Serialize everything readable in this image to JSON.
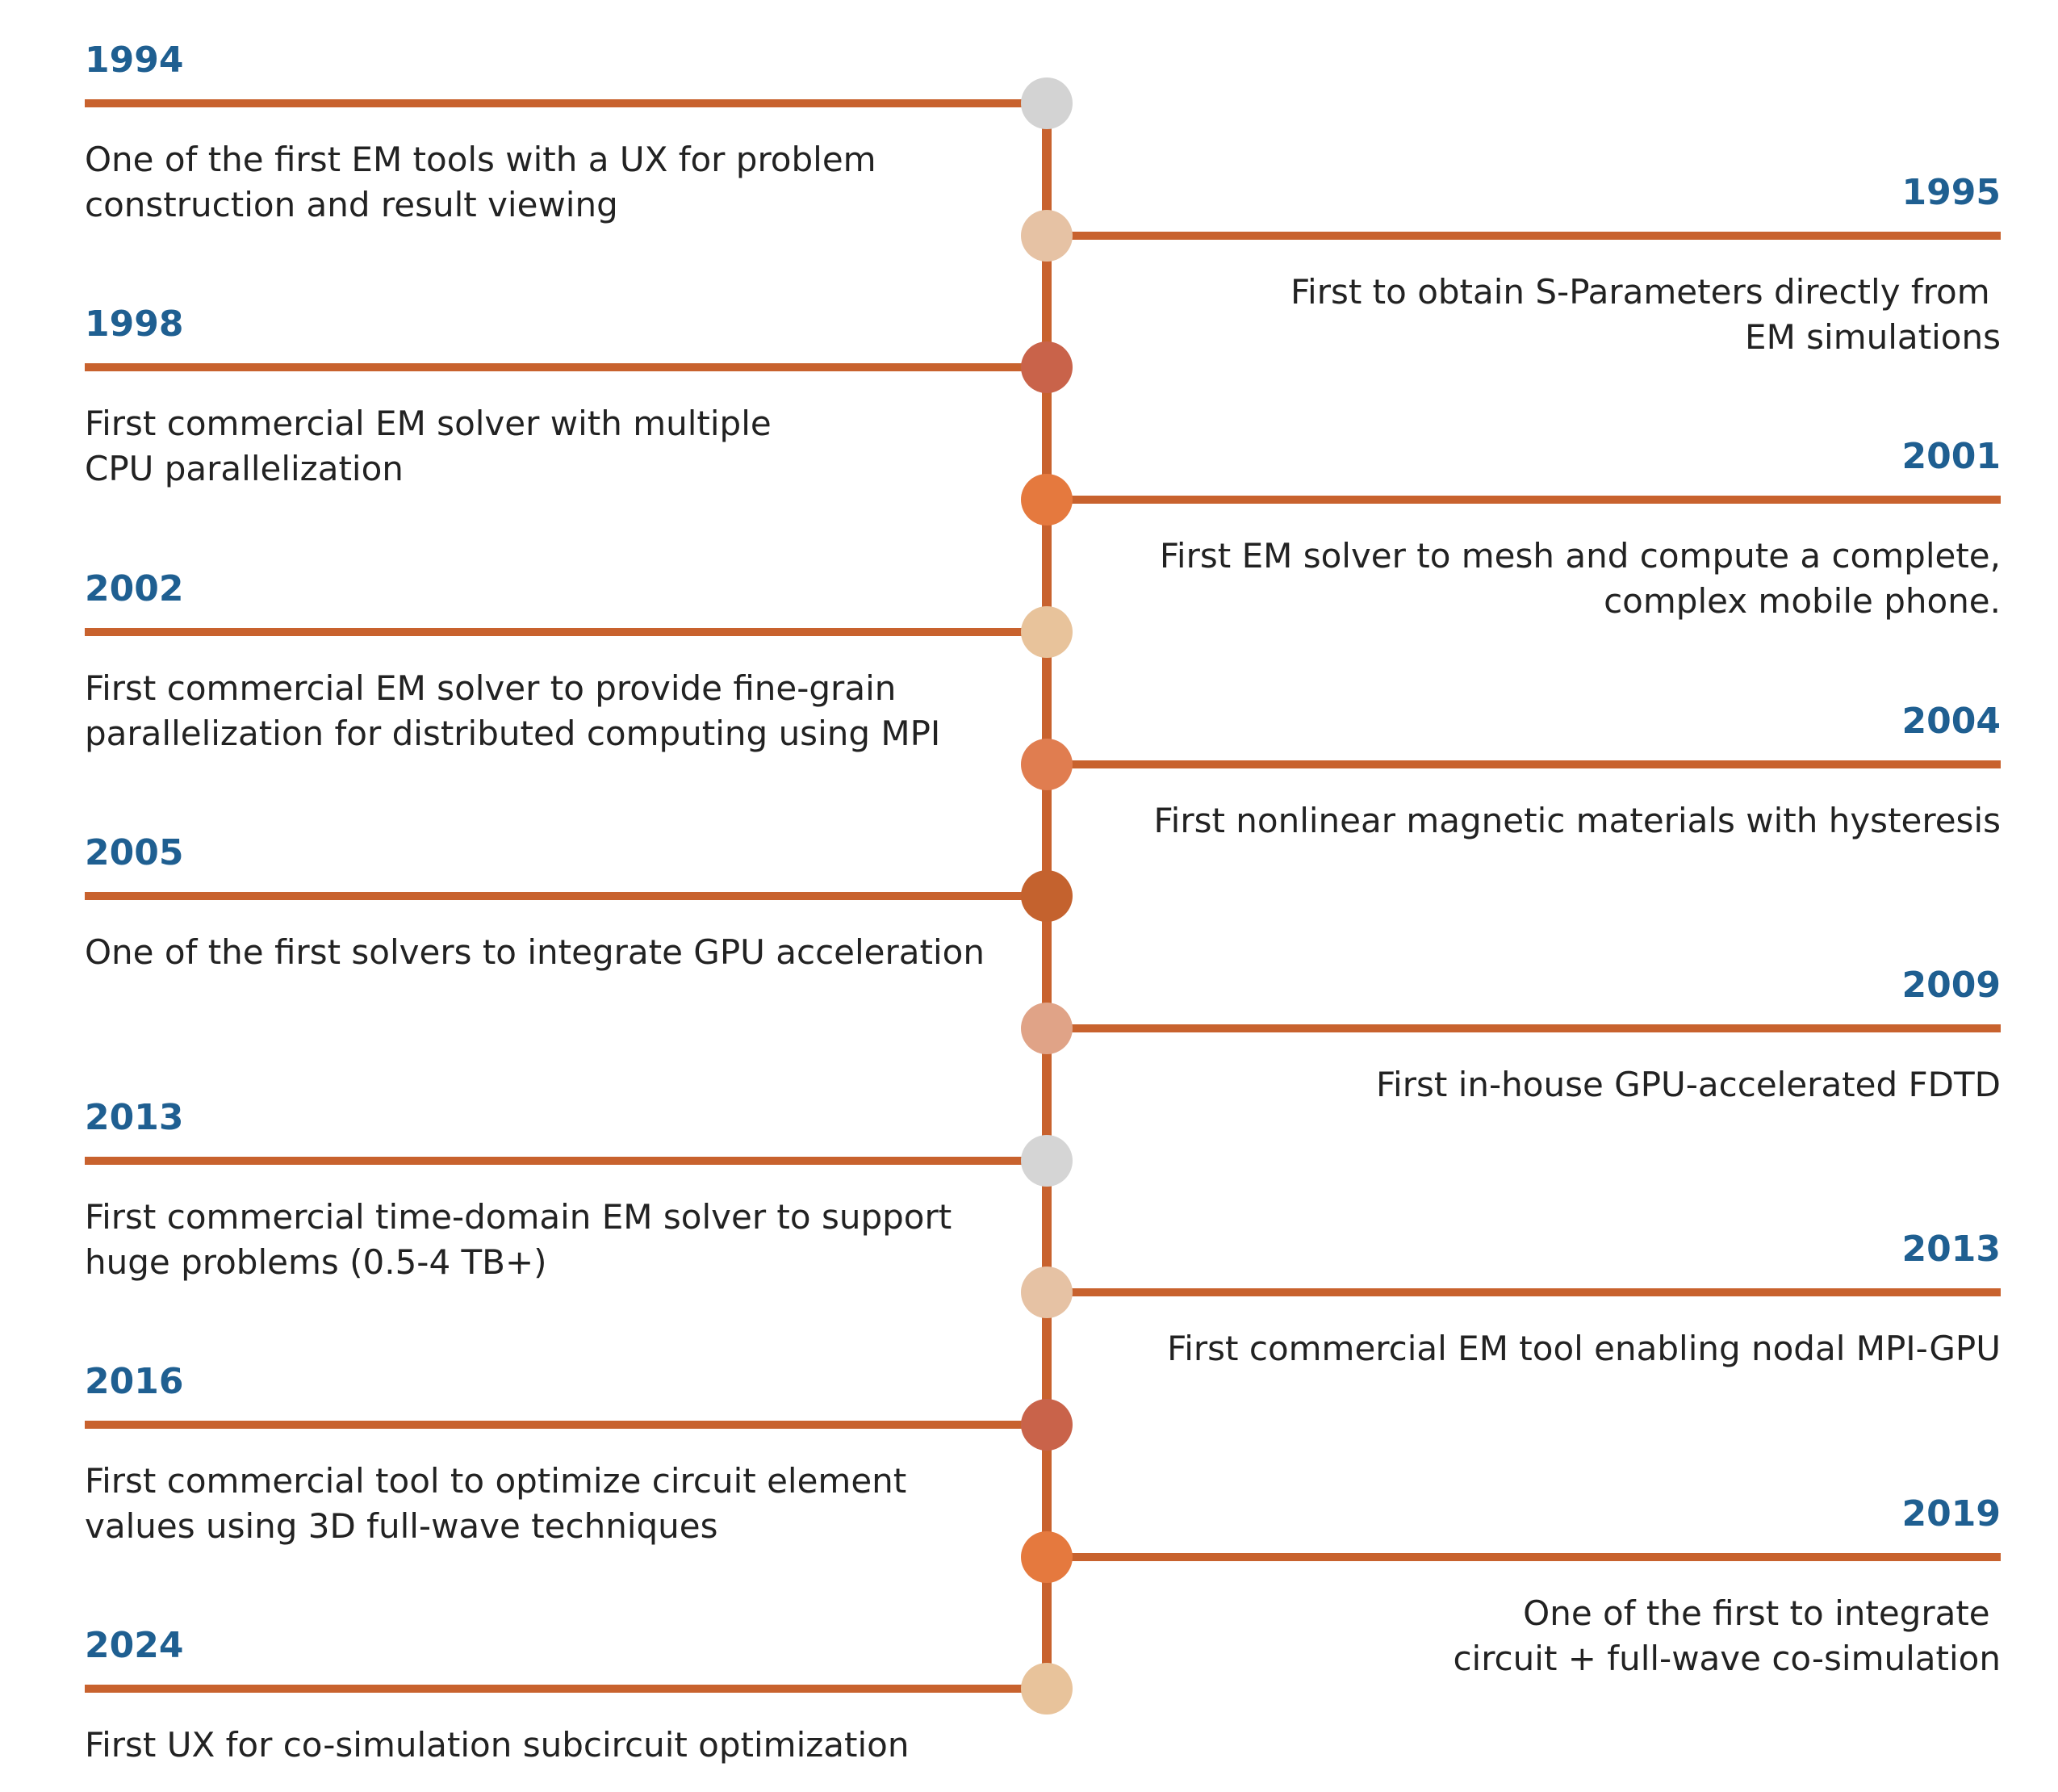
{
  "colors": {
    "year_text": "#1f5f91",
    "line": "#c8622e",
    "body_text": "#222222"
  },
  "milestones": [
    {
      "year": "1994",
      "side": "left",
      "dot_color": "#d3d3d3",
      "text": "One of the first EM tools with a UX for problem\nconstruction and result viewing"
    },
    {
      "year": "1995",
      "side": "right",
      "dot_color": "#e6c2a4",
      "text": "First to obtain S-Parameters directly from \nEM simulations"
    },
    {
      "year": "1998",
      "side": "left",
      "dot_color": "#c9634a",
      "text": "First commercial EM solver with multiple\nCPU parallelization"
    },
    {
      "year": "2001",
      "side": "right",
      "dot_color": "#e5793e",
      "text": "First EM solver to mesh and compute a complete,\ncomplex mobile phone."
    },
    {
      "year": "2002",
      "side": "left",
      "dot_color": "#e8c39b",
      "text": "First commercial EM solver to provide fine-grain\nparallelization for distributed computing using MPI"
    },
    {
      "year": "2004",
      "side": "right",
      "dot_color": "#e07d50",
      "text": "First nonlinear magnetic materials with hysteresis"
    },
    {
      "year": "2005",
      "side": "left",
      "dot_color": "#c4622e",
      "text": "One of the first solvers to integrate GPU acceleration"
    },
    {
      "year": "2009",
      "side": "right",
      "dot_color": "#e0a387",
      "text": "First in-house GPU-accelerated FDTD"
    },
    {
      "year": "2013",
      "side": "left",
      "dot_color": "#d5d5d5",
      "text": "First commercial time-domain EM solver to support\nhuge problems (0.5-4 TB+)"
    },
    {
      "year": "2013",
      "side": "right",
      "dot_color": "#e6c2a4",
      "text": "First commercial EM tool enabling nodal MPI-GPU"
    },
    {
      "year": "2016",
      "side": "left",
      "dot_color": "#c9634a",
      "text": "First commercial tool to optimize circuit element\nvalues using 3D full-wave techniques"
    },
    {
      "year": "2019",
      "side": "right",
      "dot_color": "#e5793e",
      "text": "One of the first to integrate \ncircuit + full-wave co-simulation"
    },
    {
      "year": "2024",
      "side": "left",
      "dot_color": "#e8c39b",
      "text": "First UX for co-simulation subcircuit optimization"
    }
  ]
}
